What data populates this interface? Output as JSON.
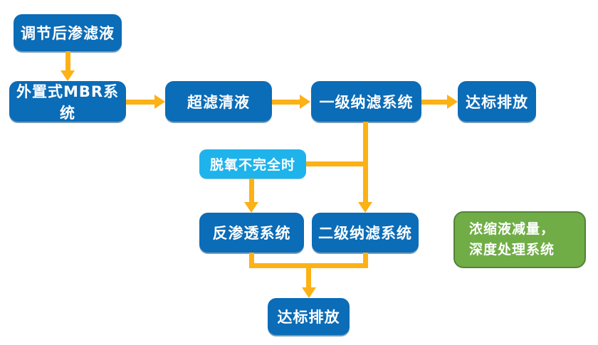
{
  "diagram": {
    "title": "leachate-treatment-process-flowchart",
    "colors": {
      "process_box": "#0b6cb7",
      "condition_box": "#1fb3ec",
      "note_box_fill": "#70ad47",
      "note_box_border": "#548235",
      "arrow": "#fcb116",
      "text": "#ffffff",
      "canvas_bg": "#ffffff"
    },
    "nodes": {
      "adjusted_leachate": {
        "label": "调节后渗滤液"
      },
      "external_mbr": {
        "label": "外置式MBR系统"
      },
      "uf_clear_liquid": {
        "label": "超滤清液"
      },
      "nf_stage1": {
        "label": "一级纳滤系统"
      },
      "discharge_top": {
        "label": "达标排放"
      },
      "deoxygenation_incomplete": {
        "label": "脱氧不完全时"
      },
      "ro_system": {
        "label": "反渗透系统"
      },
      "nf_stage2": {
        "label": "二级纳滤系统"
      },
      "concentrate_note": {
        "line1": "浓缩液减量，",
        "line2": "深度处理系统"
      },
      "discharge_bottom": {
        "label": "达标排放"
      }
    },
    "flows": [
      "调节后渗滤液 → 外置式MBR系统",
      "外置式MBR系统 → 超滤清液",
      "超滤清液 → 一级纳滤系统",
      "一级纳滤系统 → 达标排放",
      "一级纳滤系统 → 二级纳滤系统",
      "脱氧不完全时 → 二级纳滤系统支线",
      "脱氧不完全时 → 反渗透系统",
      "反渗透系统 + 二级纳滤系统 → 达标排放"
    ]
  }
}
